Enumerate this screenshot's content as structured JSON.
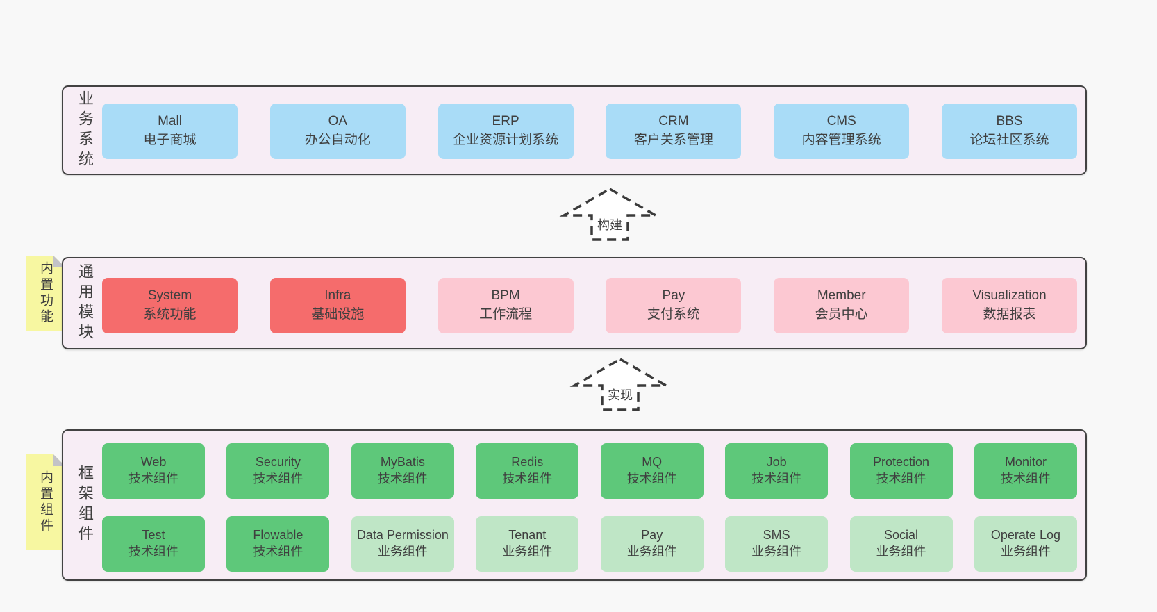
{
  "colors": {
    "page-bg": "#f8f8f8",
    "section-bg": "#f7edf5",
    "section-border": "#424242",
    "text": "#3f3f3f",
    "blue": "#a9dcf7",
    "red": "#f56c6c",
    "pink": "#fcc8d2",
    "green": "#5ec87a",
    "green-light": "#bfe6c6",
    "yellow": "#f7f7a1",
    "fold": "#c3c3c7",
    "arrow-stroke": "#3b3b3b",
    "arrow-fill": "#ffffff"
  },
  "sections": {
    "business": {
      "label": "业务系统",
      "items": [
        {
          "title": "Mall",
          "subtitle": "电子商城"
        },
        {
          "title": "OA",
          "subtitle": "办公自动化"
        },
        {
          "title": "ERP",
          "subtitle": "企业资源计划系统"
        },
        {
          "title": "CRM",
          "subtitle": "客户关系管理"
        },
        {
          "title": "CMS",
          "subtitle": "内容管理系统"
        },
        {
          "title": "BBS",
          "subtitle": "论坛社区系统"
        }
      ]
    },
    "modules": {
      "label": "通用模块",
      "note": "内置功能",
      "items": [
        {
          "title": "System",
          "subtitle": "系统功能"
        },
        {
          "title": "Infra",
          "subtitle": "基础设施"
        },
        {
          "title": "BPM",
          "subtitle": "工作流程"
        },
        {
          "title": "Pay",
          "subtitle": "支付系统"
        },
        {
          "title": "Member",
          "subtitle": "会员中心"
        },
        {
          "title": "Visualization",
          "subtitle": "数据报表"
        }
      ]
    },
    "components": {
      "label": "框架组件",
      "note": "内置组件",
      "row1": [
        {
          "title": "Web",
          "subtitle": "技术组件"
        },
        {
          "title": "Security",
          "subtitle": "技术组件"
        },
        {
          "title": "MyBatis",
          "subtitle": "技术组件"
        },
        {
          "title": "Redis",
          "subtitle": "技术组件"
        },
        {
          "title": "MQ",
          "subtitle": "技术组件"
        },
        {
          "title": "Job",
          "subtitle": "技术组件"
        },
        {
          "title": "Protection",
          "subtitle": "技术组件"
        },
        {
          "title": "Monitor",
          "subtitle": "技术组件"
        }
      ],
      "row2": [
        {
          "title": "Test",
          "subtitle": "技术组件"
        },
        {
          "title": "Flowable",
          "subtitle": "技术组件"
        },
        {
          "title": "Data Permission",
          "subtitle": "业务组件"
        },
        {
          "title": "Tenant",
          "subtitle": "业务组件"
        },
        {
          "title": "Pay",
          "subtitle": "业务组件"
        },
        {
          "title": "SMS",
          "subtitle": "业务组件"
        },
        {
          "title": "Social",
          "subtitle": "业务组件"
        },
        {
          "title": "Operate Log",
          "subtitle": "业务组件"
        }
      ]
    }
  },
  "arrows": {
    "build": {
      "label": "构建"
    },
    "implement": {
      "label": "实现"
    }
  }
}
